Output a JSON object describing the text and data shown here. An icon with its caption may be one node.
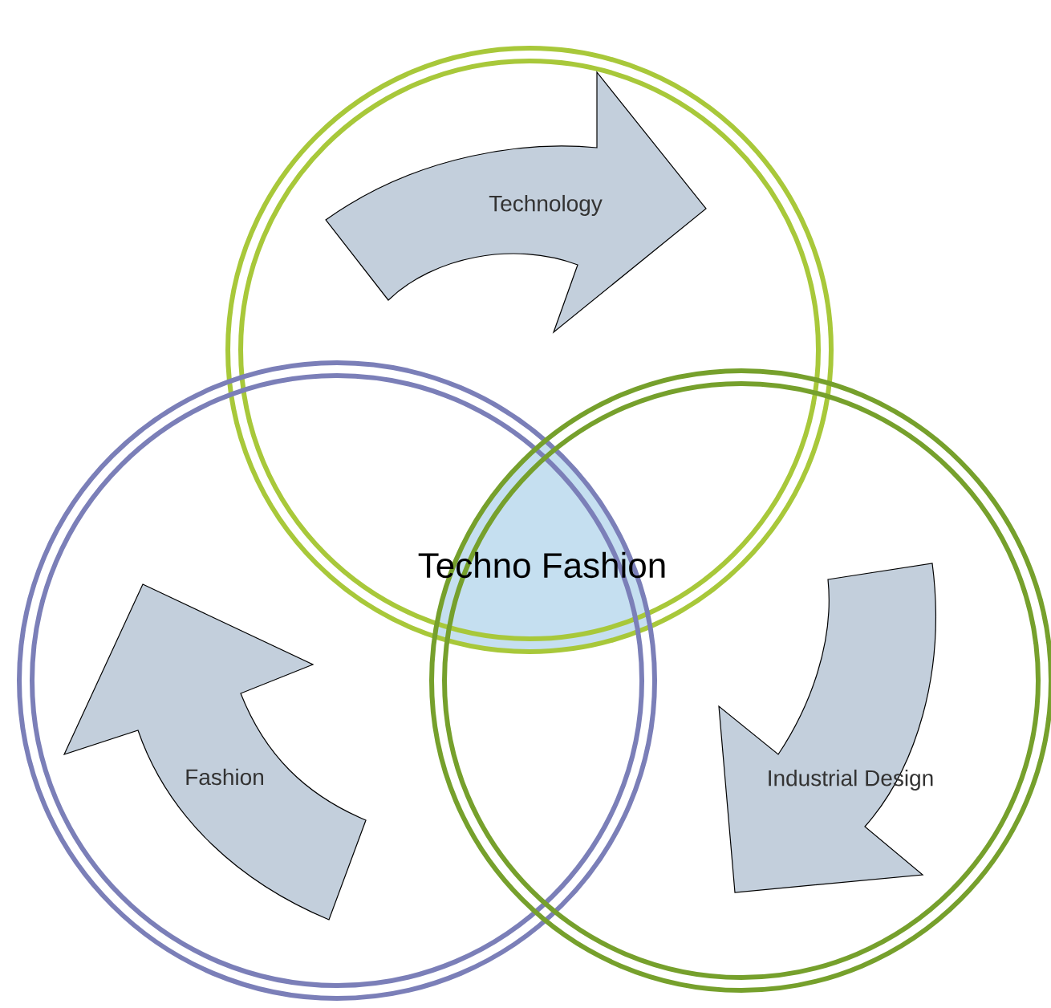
{
  "diagram": {
    "nodes": [
      {
        "text": [],
        "shape": "circle"
      },
      {
        "text": [
          "Technology"
        ],
        "in": 0
      },
      {
        "text": [],
        "shape": "circle"
      },
      {
        "text": [
          "Fashion"
        ],
        "in": 2
      },
      {
        "text": [],
        "shape": "circle"
      },
      {
        "text": [
          "Industrial Design"
        ],
        "in": 4
      },
      {
        "text": [
          "Techno Fashion"
        ]
      }
    ]
  }
}
